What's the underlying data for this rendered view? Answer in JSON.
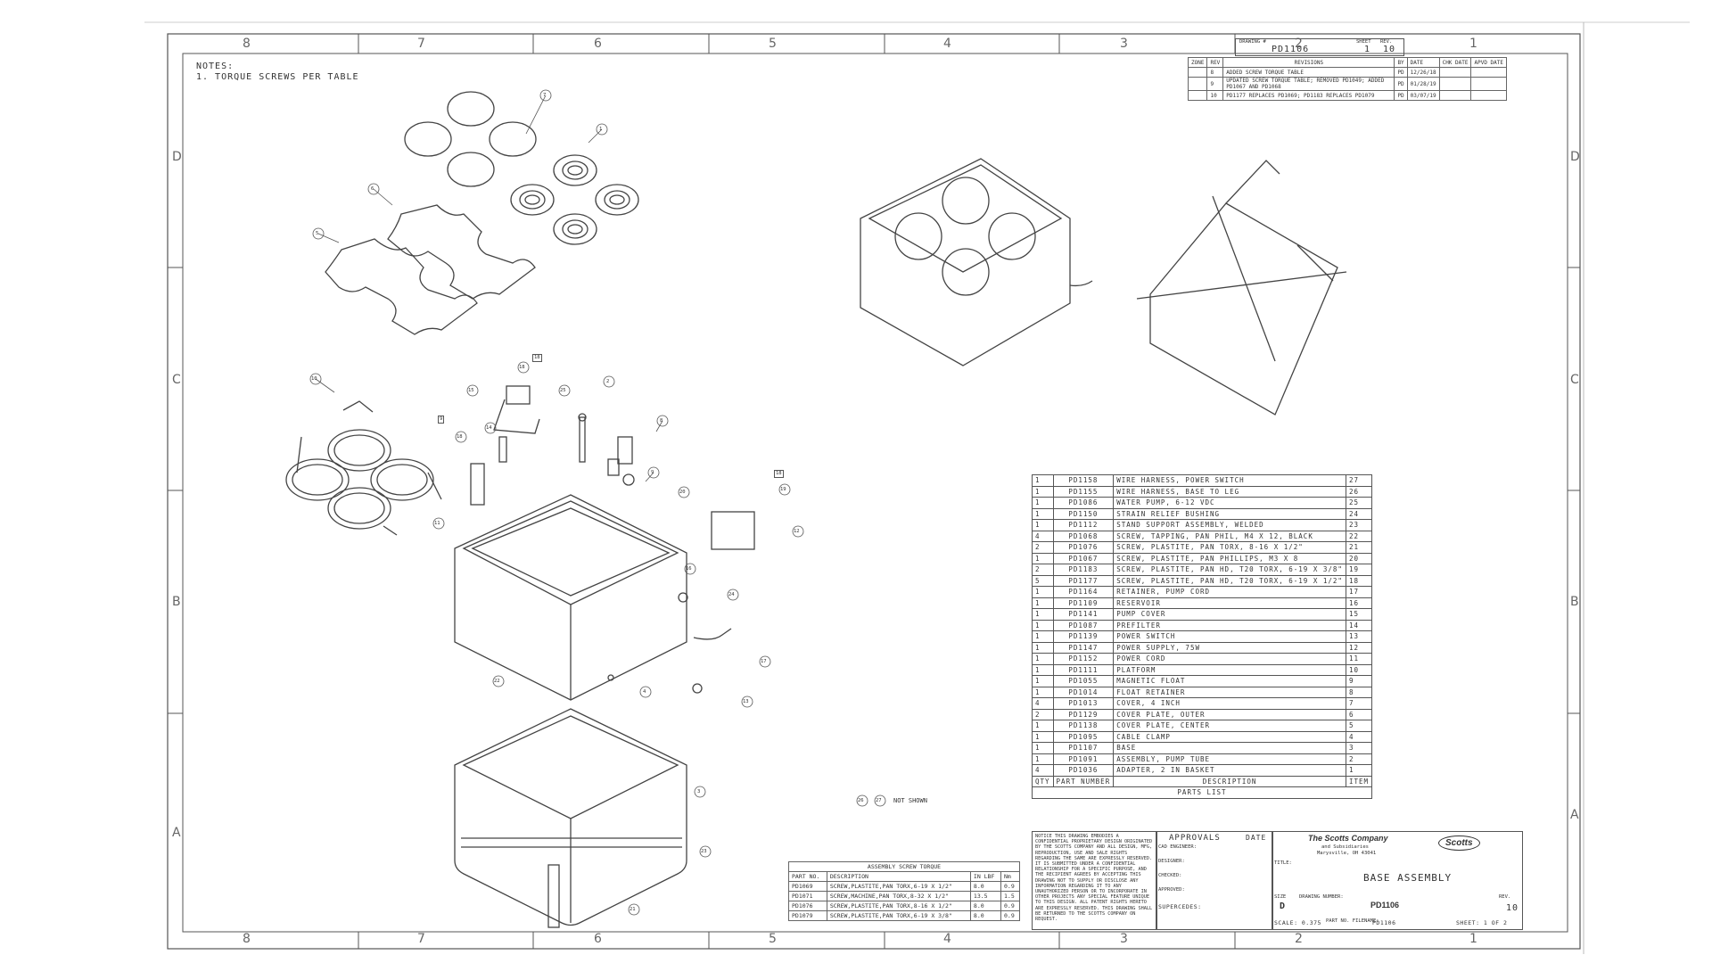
{
  "zones_top": [
    "8",
    "7",
    "6",
    "5",
    "4",
    "3",
    "2",
    "1"
  ],
  "zones_bottom": [
    "8",
    "7",
    "6",
    "5",
    "4",
    "3",
    "2",
    "1"
  ],
  "zones_left": [
    "D",
    "C",
    "B",
    "A"
  ],
  "zones_right": [
    "D",
    "C",
    "B",
    "A"
  ],
  "notes": {
    "heading": "NOTES:",
    "line1": "1. TORQUE SCREWS PER TABLE"
  },
  "drawing_header": {
    "drawing_label": "DRAWING #",
    "drawing_no": "PD1106",
    "sheet_label": "SHEET",
    "sheet": "1",
    "rev_label": "REV.",
    "rev": "10"
  },
  "revisions": {
    "headers": [
      "ZONE",
      "REV",
      "REVISIONS",
      "BY",
      "DATE",
      "CHK DATE",
      "APVD DATE"
    ],
    "rows": [
      {
        "zone": "",
        "rev": "8",
        "desc": "ADDED SCREW TORQUE TABLE",
        "by": "PD",
        "date": "12/26/18"
      },
      {
        "zone": "",
        "rev": "9",
        "desc": "UPDATED SCREW TORQUE TABLE; REMOVED PD1049; ADDED PD1067 AND PD1068",
        "by": "PD",
        "date": "01/28/19"
      },
      {
        "zone": "",
        "rev": "10",
        "desc": "PD1177 REPLACES PD1069; PD1183 REPLACES PD1079",
        "by": "PD",
        "date": "03/07/19"
      }
    ]
  },
  "balloons": [
    "1",
    "2",
    "3",
    "4",
    "5",
    "6",
    "7",
    "8",
    "9",
    "10",
    "11",
    "12",
    "13",
    "14",
    "15",
    "16",
    "17",
    "18",
    "19",
    "20",
    "21",
    "22",
    "23",
    "24",
    "25",
    "26",
    "27",
    "18",
    "18",
    "19"
  ],
  "detail_refs": [
    "18",
    "9",
    "18"
  ],
  "not_shown": {
    "items": [
      "26",
      "27"
    ],
    "text": "NOT SHOWN"
  },
  "parts_list": {
    "title": "PARTS LIST",
    "headers": [
      "QTY",
      "PART NUMBER",
      "DESCRIPTION",
      "ITEM"
    ],
    "rows": [
      [
        "1",
        "PD1158",
        "WIRE HARNESS, POWER SWITCH",
        "27"
      ],
      [
        "1",
        "PD1155",
        "WIRE HARNESS, BASE TO LEG",
        "26"
      ],
      [
        "1",
        "PD1086",
        "WATER PUMP, 6-12 VDC",
        "25"
      ],
      [
        "1",
        "PD1150",
        "STRAIN RELIEF BUSHING",
        "24"
      ],
      [
        "1",
        "PD1112",
        "STAND SUPPORT ASSEMBLY, WELDED",
        "23"
      ],
      [
        "4",
        "PD1068",
        "SCREW, TAPPING, PAN PHIL, M4 X 12, BLACK",
        "22"
      ],
      [
        "2",
        "PD1076",
        "SCREW, PLASTITE, PAN TORX, 8-16 X 1/2\"",
        "21"
      ],
      [
        "1",
        "PD1067",
        "SCREW, PLASTITE, PAN PHILLIPS, M3 X 8",
        "20"
      ],
      [
        "2",
        "PD1183",
        "SCREW, PLASTITE, PAN HD, T20 TORX, 6-19 X 3/8\"",
        "19"
      ],
      [
        "5",
        "PD1177",
        "SCREW, PLASTITE, PAN HD, T20 TORX, 6-19 X 1/2\"",
        "18"
      ],
      [
        "1",
        "PD1164",
        "RETAINER, PUMP CORD",
        "17"
      ],
      [
        "1",
        "PD1109",
        "RESERVOIR",
        "16"
      ],
      [
        "1",
        "PD1141",
        "PUMP COVER",
        "15"
      ],
      [
        "1",
        "PD1087",
        "PREFILTER",
        "14"
      ],
      [
        "1",
        "PD1139",
        "POWER SWITCH",
        "13"
      ],
      [
        "1",
        "PD1147",
        "POWER SUPPLY, 75W",
        "12"
      ],
      [
        "1",
        "PD1152",
        "POWER CORD",
        "11"
      ],
      [
        "1",
        "PD1111",
        "PLATFORM",
        "10"
      ],
      [
        "1",
        "PD1055",
        "MAGNETIC FLOAT",
        "9"
      ],
      [
        "1",
        "PD1014",
        "FLOAT RETAINER",
        "8"
      ],
      [
        "4",
        "PD1013",
        "COVER, 4 INCH",
        "7"
      ],
      [
        "2",
        "PD1129",
        "COVER PLATE, OUTER",
        "6"
      ],
      [
        "1",
        "PD1138",
        "COVER PLATE, CENTER",
        "5"
      ],
      [
        "1",
        "PD1095",
        "CABLE CLAMP",
        "4"
      ],
      [
        "1",
        "PD1107",
        "BASE",
        "3"
      ],
      [
        "1",
        "PD1091",
        "ASSEMBLY, PUMP TUBE",
        "2"
      ],
      [
        "4",
        "PD1036",
        "ADAPTER, 2 IN BASKET",
        "1"
      ]
    ]
  },
  "torque_table": {
    "title": "ASSEMBLY SCREW TORQUE",
    "headers": [
      "PART NO.",
      "DESCRIPTION",
      "IN LBF",
      "Nm"
    ],
    "rows": [
      [
        "PD1069",
        "SCREW,PLASTITE,PAN TORX,6-19 X 1/2\"",
        "8.0",
        "0.9"
      ],
      [
        "PD1071",
        "SCREW,MACHINE,PAN TORX,8-32 X 1/2\"",
        "13.5",
        "1.5"
      ],
      [
        "PD1076",
        "SCREW,PLASTITE,PAN TORX,8-16 X 1/2\"",
        "8.0",
        "0.9"
      ],
      [
        "PD1079",
        "SCREW,PLASTITE,PAN TORX,6-19 X 3/8\"",
        "8.0",
        "0.9"
      ]
    ]
  },
  "notice": "NOTICE THIS DRAWING EMBODIES A CONFIDENTIAL PROPRIETARY DESIGN ORIGINATED BY THE SCOTTS COMPANY AND ALL DESIGN, MFG, REPRODUCTION, USE AND SALE RIGHTS REGARDING THE SAME ARE EXPRESSLY RESERVED. IT IS SUBMITTED UNDER A CONFIDENTIAL RELATIONSHIP FOR A SPECIFIC PURPOSE, AND THE RECIPIENT AGREES BY ACCEPTING THIS DRAWING NOT TO SUPPLY OR DISCLOSE ANY INFORMATION REGARDING IT TO ANY UNAUTHORIZED PERSON OR TO INCORPORATE IN OTHER PROJECTS ANY SPECIAL FEATURE UNIQUE TO THIS DESIGN. ALL PATENT RIGHTS HERETO ARE EXPRESSLY RESERVED. THIS DRAWING SHALL BE RETURNED TO THE SCOTTS COMPANY ON REQUEST.",
  "approvals": {
    "title": "APPROVALS",
    "date_label": "DATE",
    "rows": [
      "CAD ENGINEER:",
      "DESIGNER:",
      "CHECKED:",
      "APPROVED:"
    ],
    "supercedes": "SUPERCEDES:"
  },
  "company": {
    "name": "The Scotts Company",
    "sub": "and Subsidiaries",
    "city": "Marysville, OH 43041",
    "logo": "Scotts"
  },
  "title_block": {
    "title_label": "TITLE:",
    "title": "BASE ASSEMBLY",
    "size_label": "SIZE",
    "size": "D",
    "dwg_label": "DRAWING NUMBER:",
    "dwg": "PD1106",
    "rev_label": "REV.",
    "rev": "10",
    "scale": "SCALE: 0.375",
    "part_label": "PART NO. FILENAME:",
    "filename": "PD1106",
    "sheet": "SHEET: 1 OF 2"
  }
}
